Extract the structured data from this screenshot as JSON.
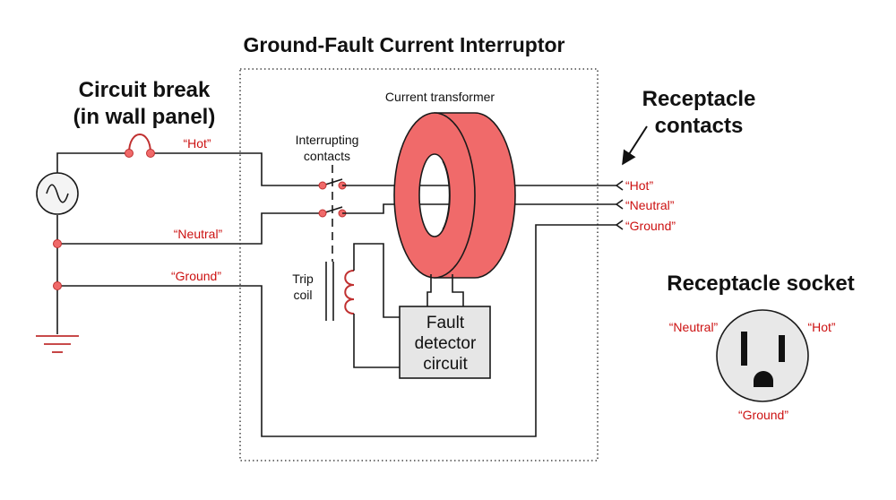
{
  "title": "Ground-Fault Current Interruptor",
  "breaker": {
    "line1": "Circuit break",
    "line2": "(in wall panel)"
  },
  "labels": {
    "current_transformer": "Current transformer",
    "interrupting_line1": "Interrupting",
    "interrupting_line2": "contacts",
    "trip_line1": "Trip",
    "trip_line2": "coil",
    "detector_line1": "Fault",
    "detector_line2": "detector",
    "detector_line3": "circuit"
  },
  "wires": {
    "hot": "“Hot”",
    "neutral": "“Neutral”",
    "ground": "“Ground”"
  },
  "receptacle_contacts": {
    "line1": "Receptacle",
    "line2": "contacts"
  },
  "socket": {
    "title": "Receptacle socket",
    "neutral": "“Neutral”",
    "hot": "“Hot”",
    "ground": "“Ground”"
  },
  "colors": {
    "accent": "#f06a6a",
    "accent_stroke": "#c03030",
    "label_red": "#cc1111",
    "box_fill": "#e6e6e6",
    "socket_fill": "#e8e8e8"
  },
  "icons": [
    "ac-source-icon",
    "ground-symbol-icon",
    "arrow-icon"
  ]
}
